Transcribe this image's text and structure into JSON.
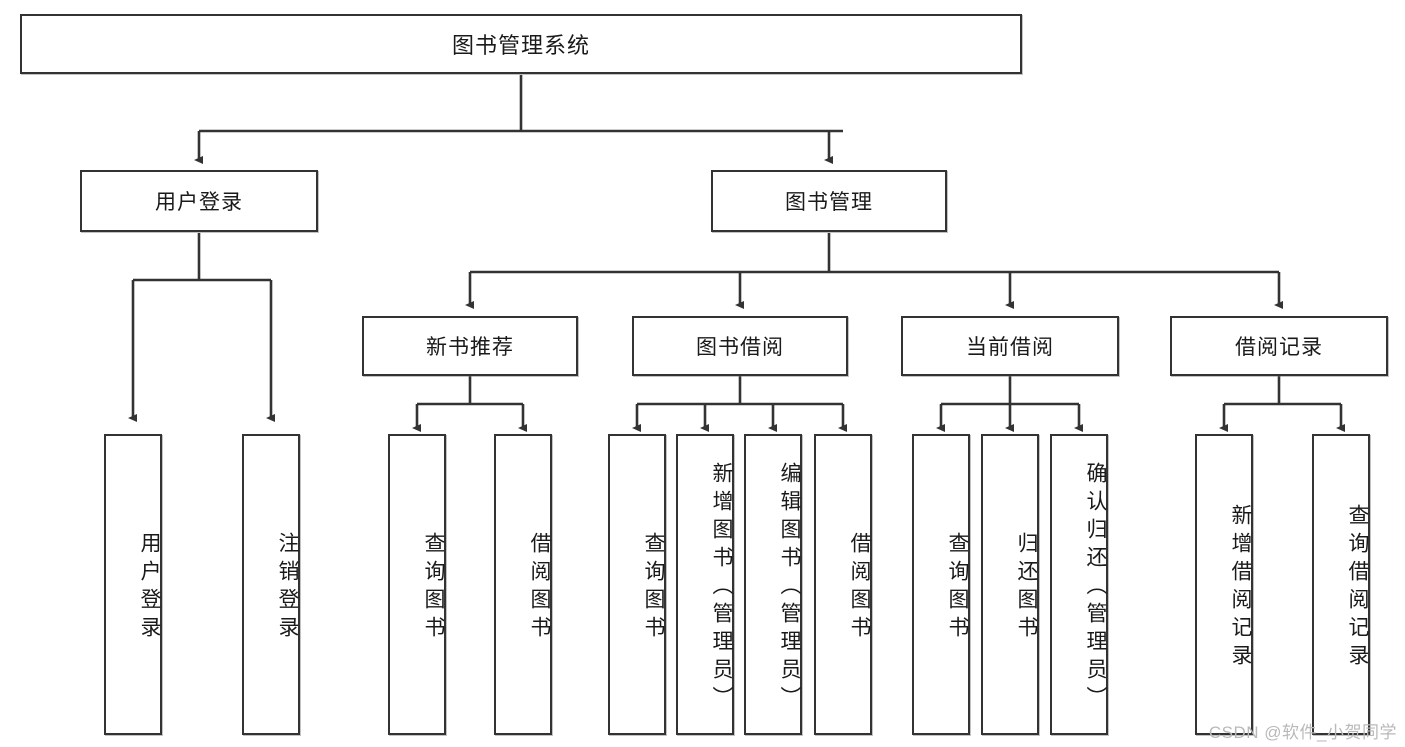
{
  "diagram": {
    "title_node": {
      "label": "图书管理系统"
    },
    "level2": [
      {
        "label": "用户登录"
      },
      {
        "label": "图书管理"
      }
    ],
    "level3": [
      {
        "label": "新书推荐"
      },
      {
        "label": "图书借阅"
      },
      {
        "label": "当前借阅"
      },
      {
        "label": "借阅记录"
      }
    ],
    "leaves": {
      "user_login": [
        {
          "label": "用户登录"
        },
        {
          "label": "注销登录"
        }
      ],
      "new_book_recommend": [
        {
          "label": "查询图书"
        },
        {
          "label": "借阅图书"
        }
      ],
      "book_borrow": [
        {
          "label": "查询图书"
        },
        {
          "label": "新增图书（管理员）"
        },
        {
          "label": "编辑图书（管理员）"
        },
        {
          "label": "借阅图书"
        }
      ],
      "current_borrow": [
        {
          "label": "查询图书"
        },
        {
          "label": "归还图书"
        },
        {
          "label": "确认归还（管理员）"
        }
      ],
      "borrow_record": [
        {
          "label": "新增借阅记录"
        },
        {
          "label": "查询借阅记录"
        }
      ]
    }
  },
  "watermark": {
    "text": "CSDN @软件_小贺同学"
  },
  "colors": {
    "border": "#333333",
    "background": "#ffffff",
    "text": "#1a1a1a",
    "watermark": "#b9b9b9"
  }
}
